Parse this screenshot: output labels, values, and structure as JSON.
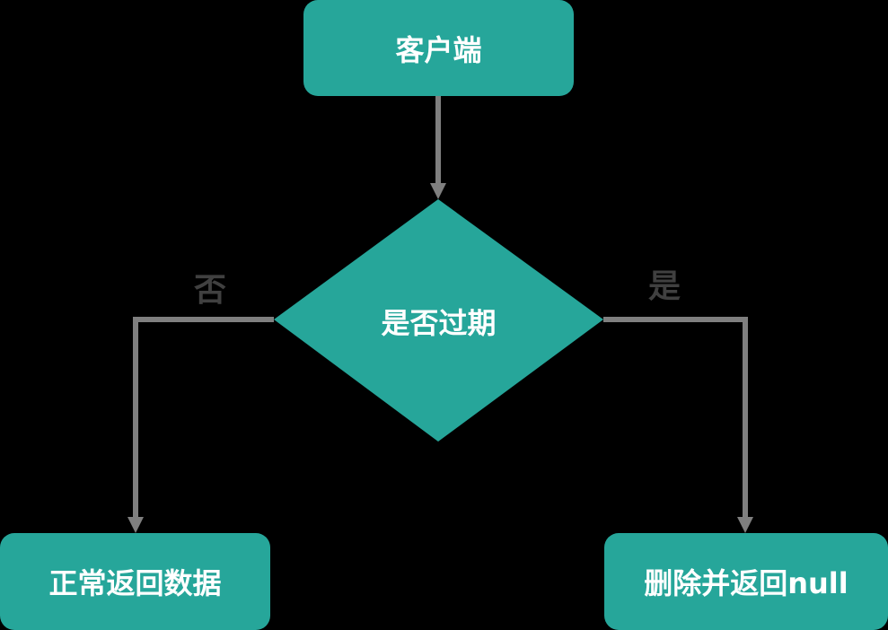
{
  "nodes": {
    "client": "客户端",
    "decision": "是否过期",
    "no_result": "正常返回数据",
    "yes_result": "删除并返回null"
  },
  "edges": {
    "no_label": "否",
    "yes_label": "是"
  },
  "colors": {
    "node": "#26a69a",
    "arrow": "#7f7f7f",
    "edge_label": "#404040",
    "background": "#000000"
  }
}
